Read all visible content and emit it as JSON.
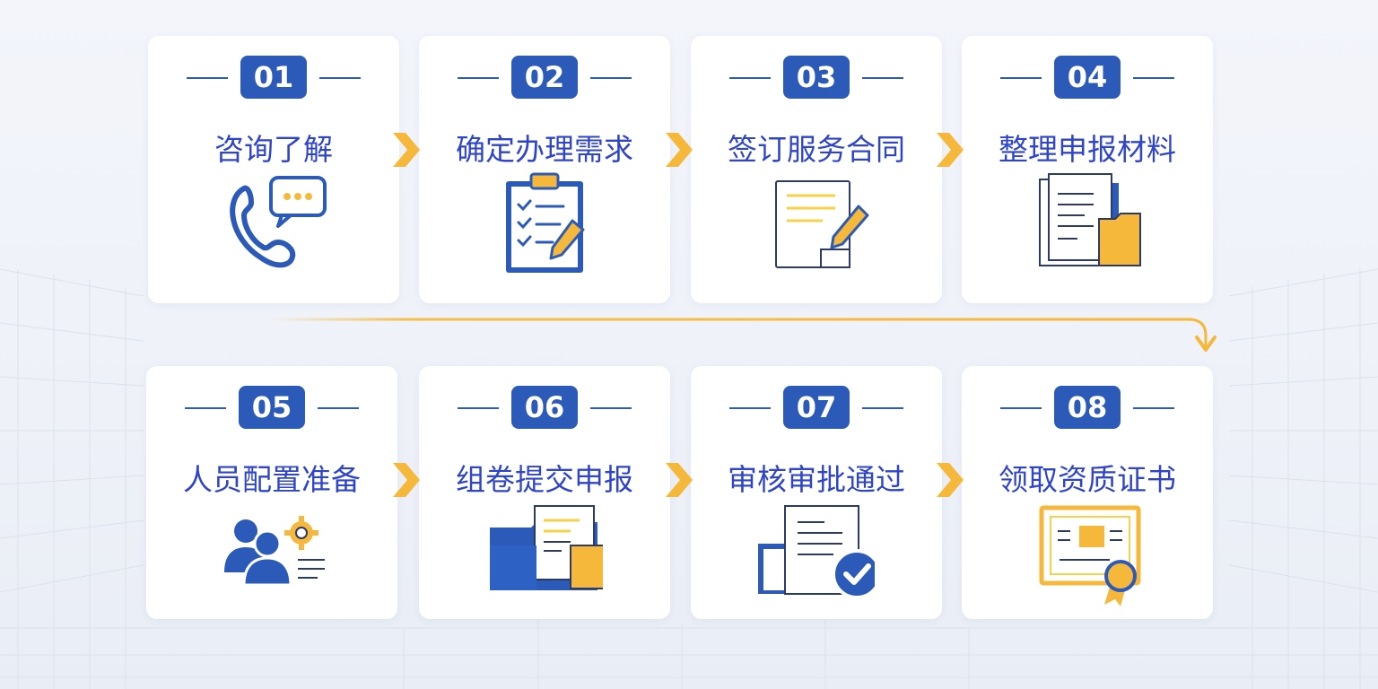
{
  "steps": [
    {
      "num": "01",
      "title": "咨询了解"
    },
    {
      "num": "02",
      "title": "确定办理需求"
    },
    {
      "num": "03",
      "title": "签订服务合同"
    },
    {
      "num": "04",
      "title": "整理申报材料"
    },
    {
      "num": "05",
      "title": "人员配置准备"
    },
    {
      "num": "06",
      "title": "组卷提交申报"
    },
    {
      "num": "07",
      "title": "审核审批通过"
    },
    {
      "num": "08",
      "title": "领取资质证书"
    }
  ],
  "icons": [
    "phone-chat-icon",
    "clipboard-checklist-icon",
    "contract-sign-icon",
    "documents-folder-icon",
    "people-gear-icon",
    "folder-documents-icon",
    "document-approved-icon",
    "certificate-icon"
  ],
  "colors": {
    "primary": "#2b5ab8",
    "accent": "#f6b83a",
    "title": "#2f45c9",
    "background": "#f0f3f9"
  }
}
